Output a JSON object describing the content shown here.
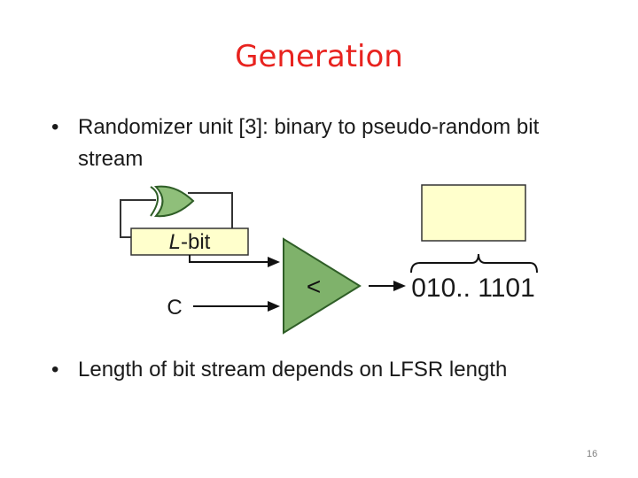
{
  "title": "Generation",
  "bullets": [
    {
      "marker": "•",
      "text": "Randomizer unit [3]: binary to pseudo-random bit stream"
    },
    {
      "marker": "•",
      "text": "Length of bit stream depends on LFSR length"
    }
  ],
  "diagram": {
    "lfsr_label_italic": "L",
    "lfsr_label_rest": "-bit",
    "input_label": "C",
    "comparator_symbol": "<",
    "output_stream": "010.. 1101"
  },
  "page_number": "16",
  "colors": {
    "title": "#e8231f",
    "register_fill": "#ffffcc",
    "gate_fill": "#8fbf7a",
    "comparator_fill": "#7fb26b"
  }
}
